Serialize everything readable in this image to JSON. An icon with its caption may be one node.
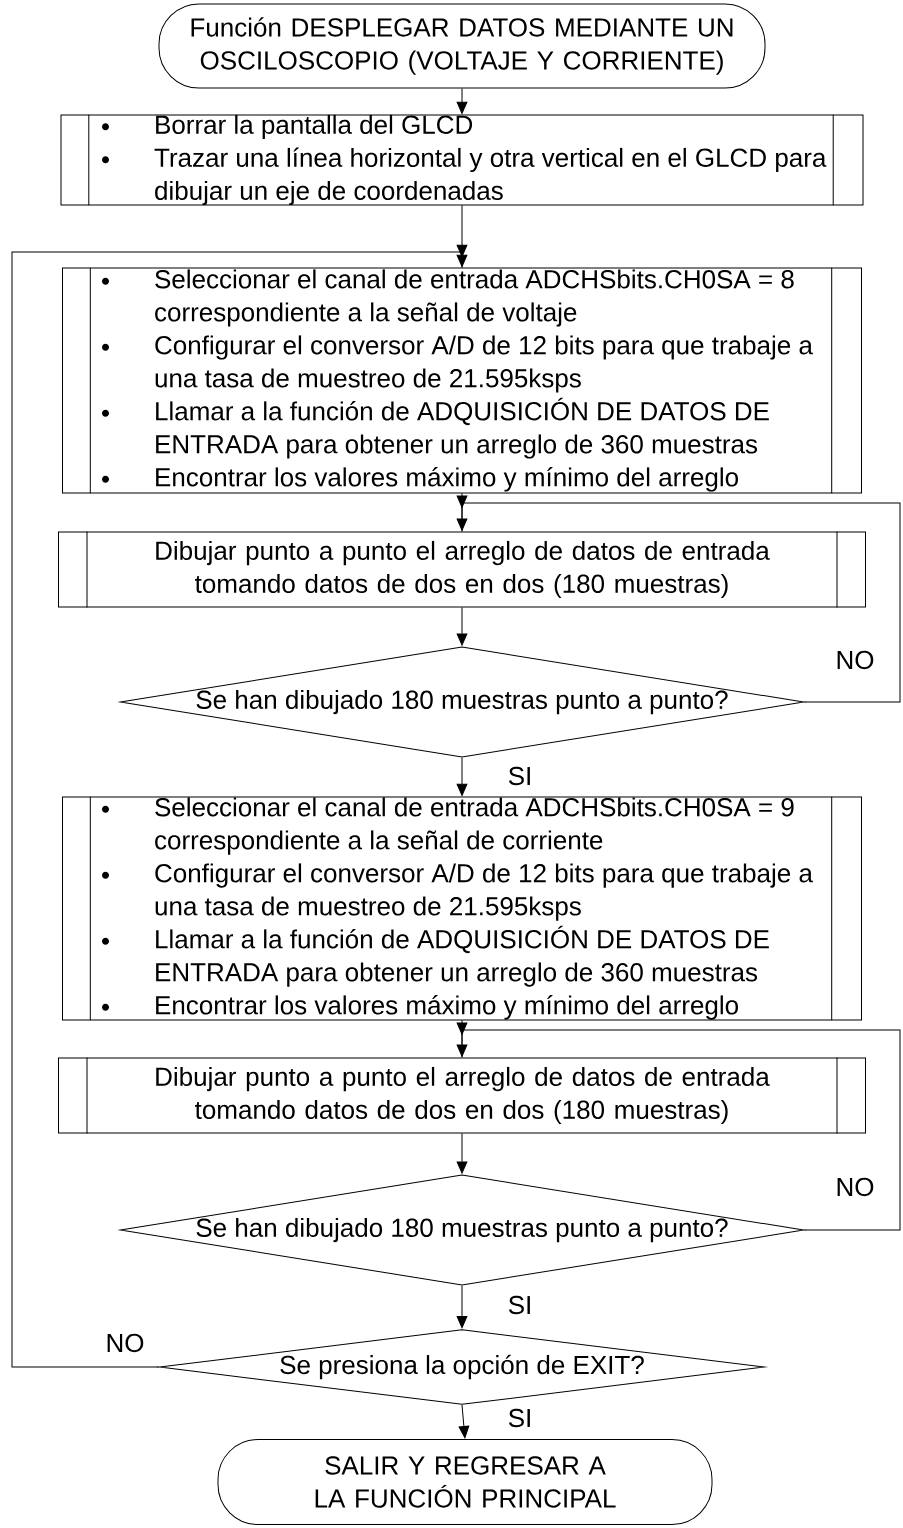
{
  "diagram": {
    "nodes": [
      {
        "text": [
          "Función DESPLEGAR DATOS MEDIANTE UN OSCILOSCOPIO (VOLTAJE Y CORRIENTE)"
        ]
      },
      {
        "text": [
          "Borrar la pantalla del GLCD",
          "Trazar una línea horizontal y otra vertical en el GLCD para dibujar un eje de coordenadas"
        ]
      },
      {
        "text": [
          "Seleccionar el canal de entrada ADCHSbits.CH0SA = 8 correspondiente a la señal de voltaje",
          "Configurar el conversor A/D de 12 bits para que trabaje a una tasa de muestreo de 21.595ksps",
          "Llamar a la función de ADQUISICIÓN DE DATOS DE ENTRADA para obtener un arreglo de 360 muestras",
          "Encontrar los valores máximo y mínimo del arreglo"
        ]
      },
      {
        "text": [
          "Dibujar punto a punto el arreglo de datos de entrada tomando datos de dos en dos (180 muestras)"
        ]
      },
      {
        "text": [
          "Se han dibujado 180 muestras punto a punto?"
        ]
      },
      {
        "text": [
          "Seleccionar el canal de entrada ADCHSbits.CH0SA = 9 correspondiente a la señal de corriente",
          "Configurar el conversor A/D de 12 bits para que trabaje a una tasa de muestreo de 21.595ksps",
          "Llamar a la función de ADQUISICIÓN DE DATOS DE ENTRADA para obtener un arreglo de 360 muestras",
          "Encontrar los valores máximo y mínimo del arreglo"
        ]
      },
      {
        "text": [
          "Dibujar punto a punto el arreglo de datos de entrada tomando datos de dos en dos (180 muestras)"
        ]
      },
      {
        "text": [
          "Se han dibujado 180 muestras punto a punto?"
        ]
      },
      {
        "text": [
          "Se presiona la opción de EXIT?"
        ]
      },
      {
        "text": [
          "SALIR Y REGRESAR A LA FUNCIÓN PRINCIPAL"
        ]
      }
    ],
    "edges": [
      {
        "from": 0,
        "to": 1,
        "arrow": "to"
      },
      {
        "from": 1,
        "to": 2,
        "arrow": "to"
      },
      {
        "from": 2,
        "to": 3,
        "arrow": "to"
      },
      {
        "from": 3,
        "to": 4,
        "arrow": "to"
      },
      {
        "from": 4,
        "to": 5,
        "arrow": "to",
        "label": "SI"
      },
      {
        "from": 4,
        "to": 3,
        "arrow": "to",
        "label": "NO"
      },
      {
        "from": 5,
        "to": 6,
        "arrow": "to"
      },
      {
        "from": 6,
        "to": 7,
        "arrow": "to"
      },
      {
        "from": 7,
        "to": 8,
        "arrow": "to",
        "label": "SI"
      },
      {
        "from": 7,
        "to": 6,
        "arrow": "to",
        "label": "NO"
      },
      {
        "from": 8,
        "to": 9,
        "arrow": "to",
        "label": "SI"
      },
      {
        "from": 8,
        "to": 2,
        "arrow": "to",
        "label": "NO"
      }
    ]
  }
}
